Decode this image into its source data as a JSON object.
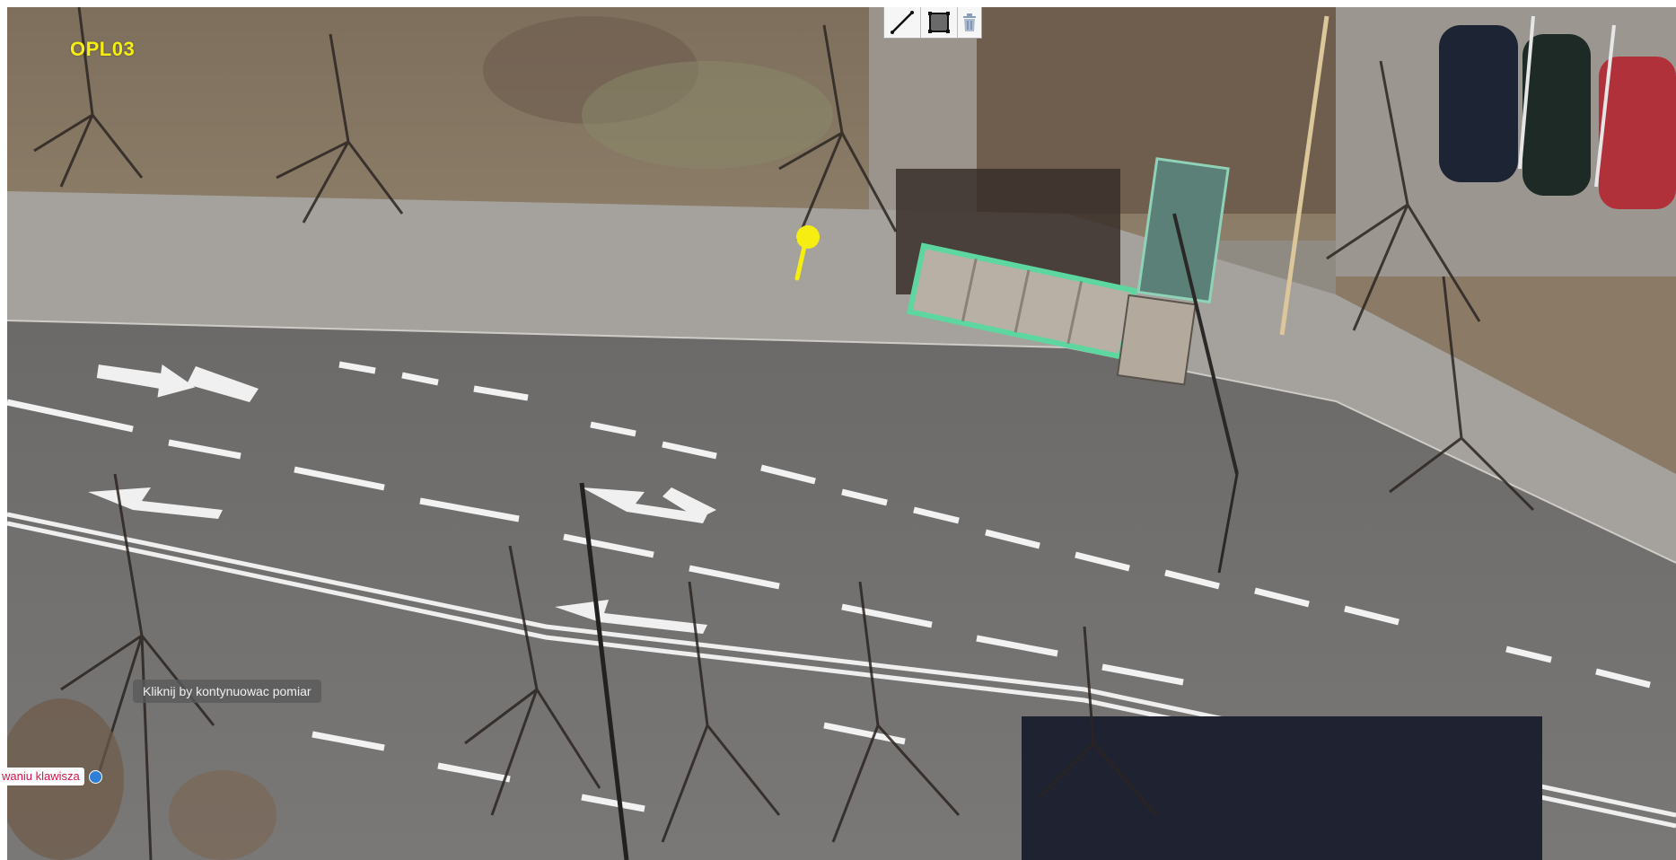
{
  "map": {
    "label": "OPL03",
    "label_color": "#f5ee10"
  },
  "toolbar": {
    "tools": [
      {
        "name": "line-measure-tool",
        "icon": "diagonal-line-icon"
      },
      {
        "name": "area-measure-tool",
        "icon": "square-polygon-icon"
      },
      {
        "name": "delete-tool",
        "icon": "trash-icon"
      }
    ]
  },
  "tooltip": {
    "text": "Kliknij by kontynuowac pomiar"
  },
  "keyhint": {
    "text": "waniu klawisza",
    "icon": "info-icon"
  },
  "marker": {
    "icon": "map-pin-icon",
    "color": "#f5ee10"
  }
}
